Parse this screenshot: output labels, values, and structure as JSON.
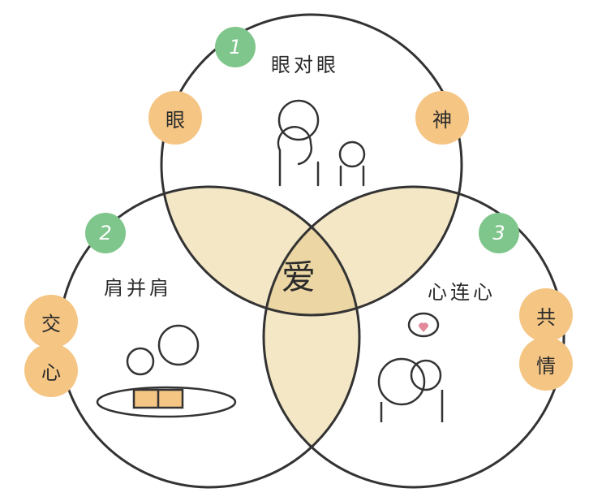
{
  "colors": {
    "orb": "#f5c584",
    "number": "#7fc68c",
    "overlap": "#f4e7c6",
    "center": "#ecd6a3"
  },
  "center_label": "爱",
  "sets": [
    {
      "number": "1",
      "title": "眼对眼",
      "tags": [
        "眼",
        "神"
      ]
    },
    {
      "number": "2",
      "title": "肩并肩",
      "tags": [
        "交",
        "心"
      ]
    },
    {
      "number": "3",
      "title": "心连心",
      "tags": [
        "共",
        "情"
      ]
    }
  ]
}
